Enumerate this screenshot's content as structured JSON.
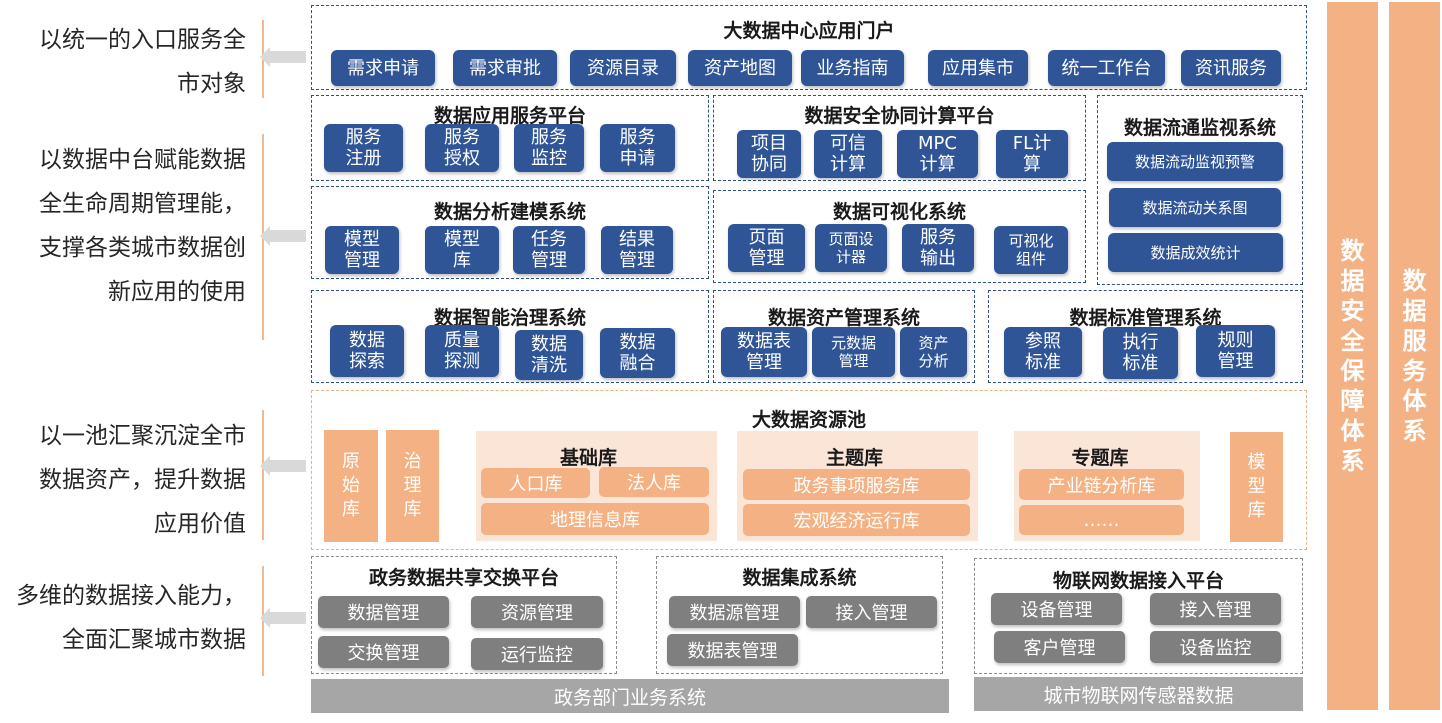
{
  "left_descriptions": [
    "以统一的入口服务全\n市对象",
    "以数据中台赋能数据\n全生命周期管理能，\n支撑各类城市数据创\n新应用的使用",
    "以一池汇聚沉淀全市\n数据资产，提升数据\n应用价值",
    "多维的数据接入能力，\n全面汇聚城市数据"
  ],
  "portal": {
    "title": "大数据中心应用门户",
    "buttons": [
      "需求申请",
      "需求审批",
      "资源目录",
      "资产地图",
      "业务指南",
      "应用集市",
      "统一工作台",
      "资讯服务"
    ]
  },
  "app_service": {
    "title": "数据应用服务平台",
    "buttons": [
      "服务\n注册",
      "服务\n授权",
      "服务\n监控",
      "服务\n申请"
    ]
  },
  "security_compute": {
    "title": "数据安全协同计算平台",
    "buttons": [
      "项目\n协同",
      "可信\n计算",
      "MPC\n计算",
      "FL计\n算"
    ]
  },
  "flow_monitor": {
    "title": "数据流通监视系统",
    "buttons": [
      "数据流动监视预警",
      "数据流动关系图",
      "数据成效统计"
    ]
  },
  "analysis": {
    "title": "数据分析建模系统",
    "buttons": [
      "模型\n管理",
      "模型\n库",
      "任务\n管理",
      "结果\n管理"
    ]
  },
  "visualization": {
    "title": "数据可视化系统",
    "buttons": [
      "页面\n管理",
      "页面设\n计器",
      "服务\n输出",
      "可视化\n组件"
    ]
  },
  "governance": {
    "title": "数据智能治理系统",
    "buttons": [
      "数据\n探索",
      "质量\n探测",
      "数据\n清洗",
      "数据\n融合"
    ]
  },
  "asset_mgmt": {
    "title": "数据资产管理系统",
    "buttons": [
      "数据表\n管理",
      "元数据\n管理",
      "资产\n分析"
    ]
  },
  "standard_mgmt": {
    "title": "数据标准管理系统",
    "buttons": [
      "参照\n标准",
      "执行\n标准",
      "规则\n管理"
    ]
  },
  "resource_pool": {
    "title": "大数据资源池",
    "columns": [
      "原\n始\n库",
      "治\n理\n库",
      "模\n型\n库"
    ],
    "base_lib": {
      "title": "基础库",
      "items": [
        "人口库",
        "法人库",
        "地理信息库"
      ]
    },
    "topic_lib": {
      "title": "主题库",
      "items": [
        "政务事项服务库",
        "宏观经济运行库"
      ]
    },
    "special_lib": {
      "title": "专题库",
      "items": [
        "产业链分析库",
        "……"
      ]
    }
  },
  "gov_exchange": {
    "title": "政务数据共享交换平台",
    "buttons": [
      "数据管理",
      "资源管理",
      "交换管理",
      "运行监控"
    ]
  },
  "integration": {
    "title": "数据集成系统",
    "buttons": [
      "数据源管理",
      "接入管理",
      "数据表管理"
    ]
  },
  "iot_access": {
    "title": "物联网数据接入平台",
    "buttons": [
      "设备管理",
      "接入管理",
      "客户管理",
      "设备监控"
    ]
  },
  "bottom_bars": [
    "政务部门业务系统",
    "城市物联网传感器数据"
  ],
  "right_columns": [
    "数\n据\n安\n全\n保\n障\n体\n系",
    "数\n据\n服\n务\n体\n系"
  ],
  "colors": {
    "blue": "#2f5597",
    "orange": "#f4b183",
    "light_orange": "#fbe5d6",
    "gray": "#7f7f7f"
  }
}
